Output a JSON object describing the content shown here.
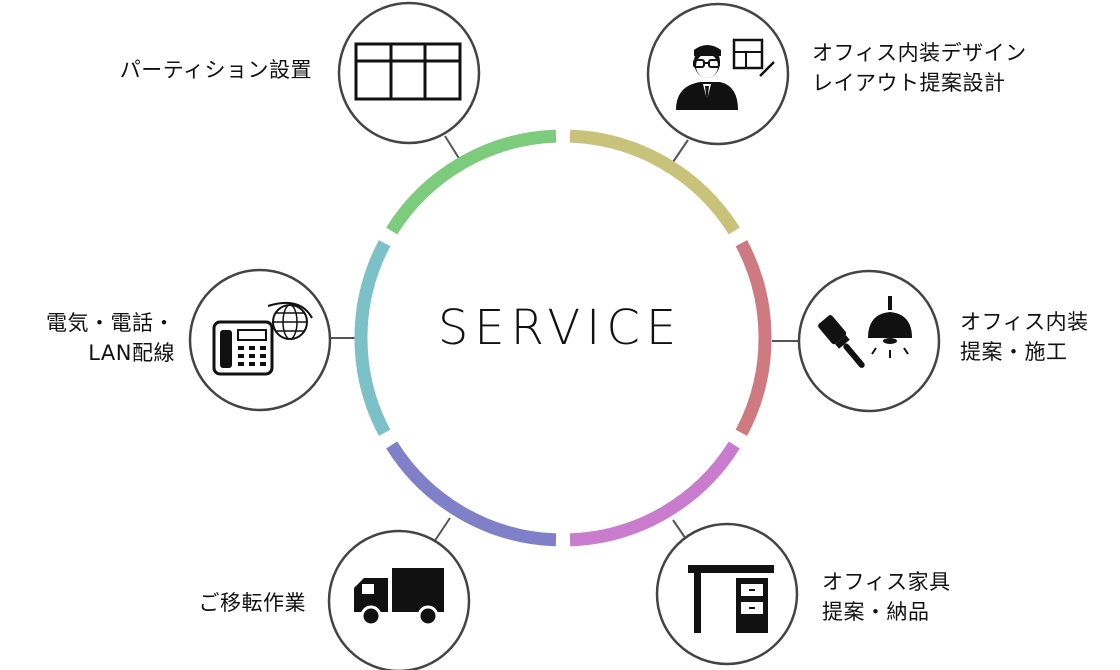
{
  "center_label": "SERVICE",
  "services": [
    {
      "id": "partition",
      "lines": [
        "パーティション設置"
      ],
      "icon": "partition-panel-icon",
      "color": "#7dcb7d"
    },
    {
      "id": "design",
      "lines": [
        "オフィス内装デザイン",
        "レイアウト提案設計"
      ],
      "icon": "designer-icon",
      "color": "#c8c27a"
    },
    {
      "id": "interior",
      "lines": [
        "オフィス内装",
        "提案・施工"
      ],
      "icon": "paint-brush-lamp-icon",
      "color": "#cf7a80"
    },
    {
      "id": "furniture",
      "lines": [
        "オフィス家具",
        "提案・納品"
      ],
      "icon": "desk-icon",
      "color": "#c97ccd"
    },
    {
      "id": "moving",
      "lines": [
        "ご移転作業"
      ],
      "icon": "truck-icon",
      "color": "#8080c8"
    },
    {
      "id": "telecom",
      "lines": [
        "電気・電話・",
        "LAN配線"
      ],
      "icon": "phone-globe-icon",
      "color": "#7cc1c8"
    }
  ]
}
